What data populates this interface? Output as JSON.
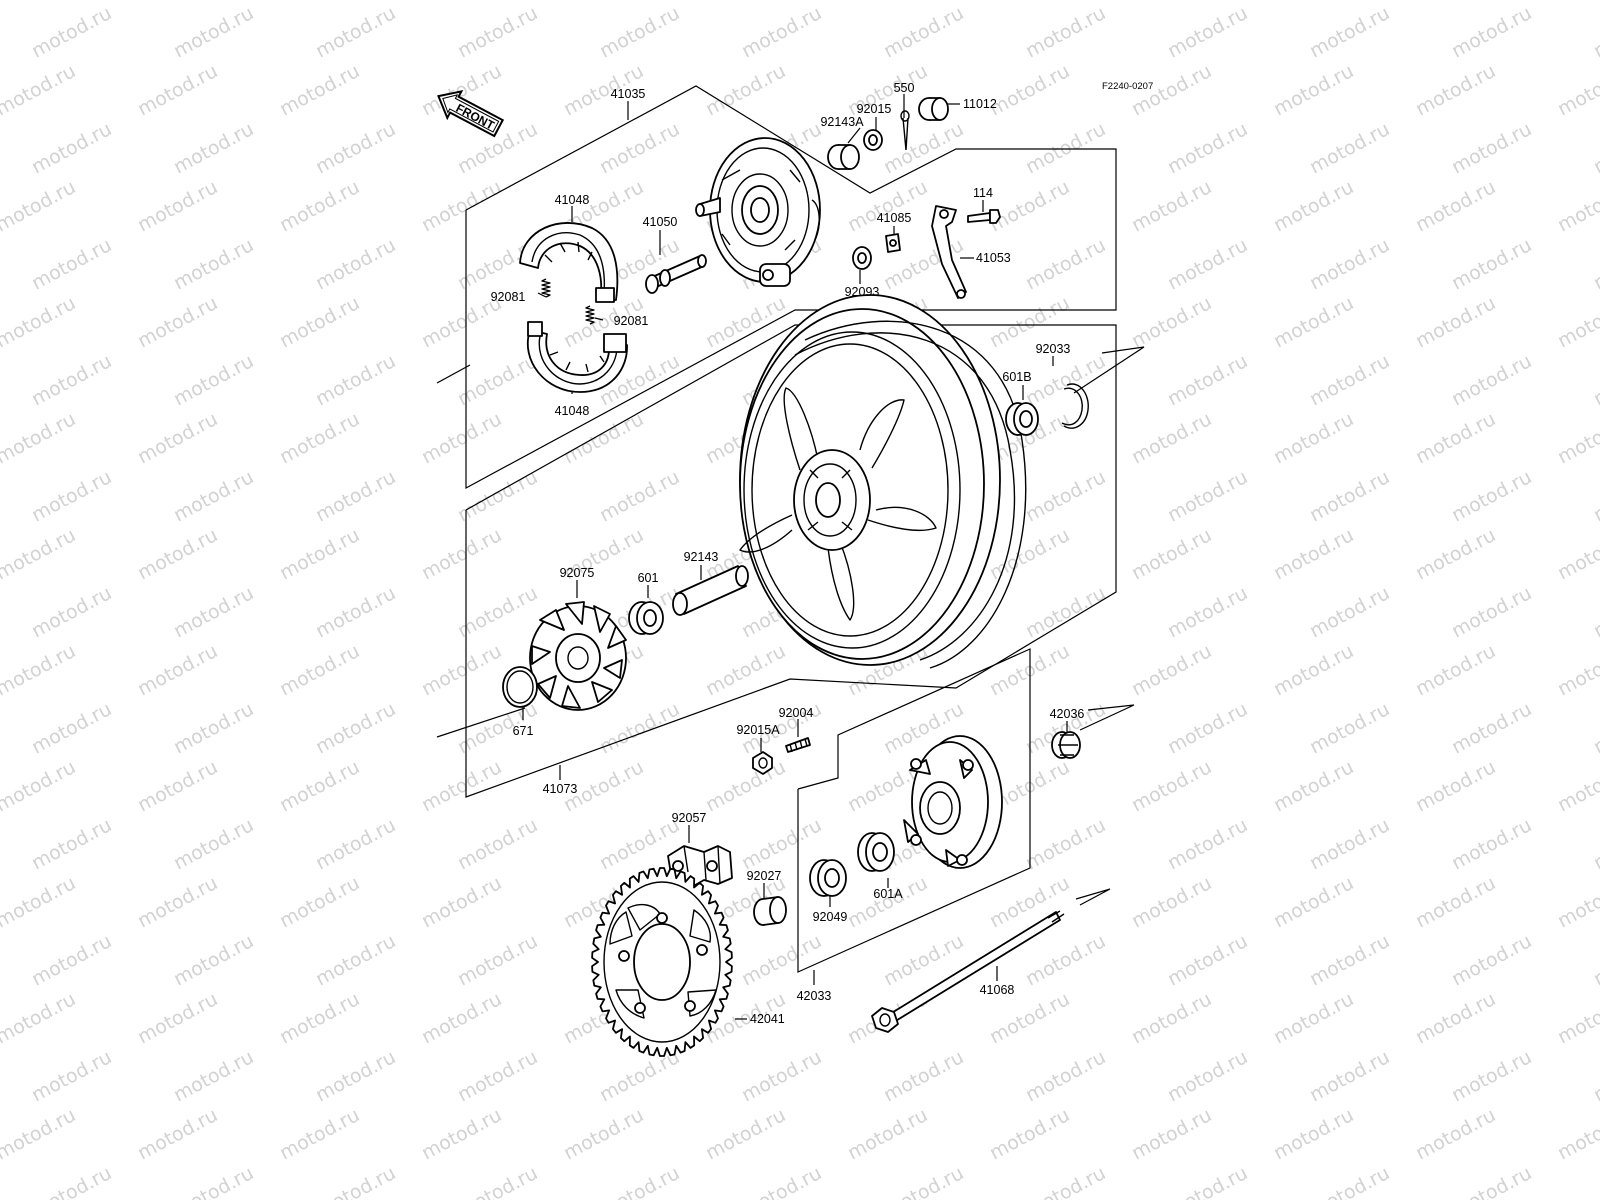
{
  "diagram": {
    "code": "F2240-0207",
    "front_label": "FRONT",
    "watermark": "motod.ru",
    "labels": {
      "p41035": "41035",
      "p41048a": "41048",
      "p41048b": "41048",
      "p92081a": "92081",
      "p92081b": "92081",
      "p41050": "41050",
      "p550": "550",
      "p92015": "92015",
      "p92143A": "92143A",
      "p11012": "11012",
      "p114": "114",
      "p41085": "41085",
      "p41053": "41053",
      "p92093": "92093",
      "p92033": "92033",
      "p601B": "601B",
      "p92075": "92075",
      "p601": "601",
      "p92143": "92143",
      "p671": "671",
      "p41073": "41073",
      "p92004": "92004",
      "p92015A": "92015A",
      "p42036": "42036",
      "p92057": "92057",
      "p92027": "92027",
      "p92049": "92049",
      "p601A": "601A",
      "p42033": "42033",
      "p41068": "41068",
      "p42041": "42041"
    }
  }
}
